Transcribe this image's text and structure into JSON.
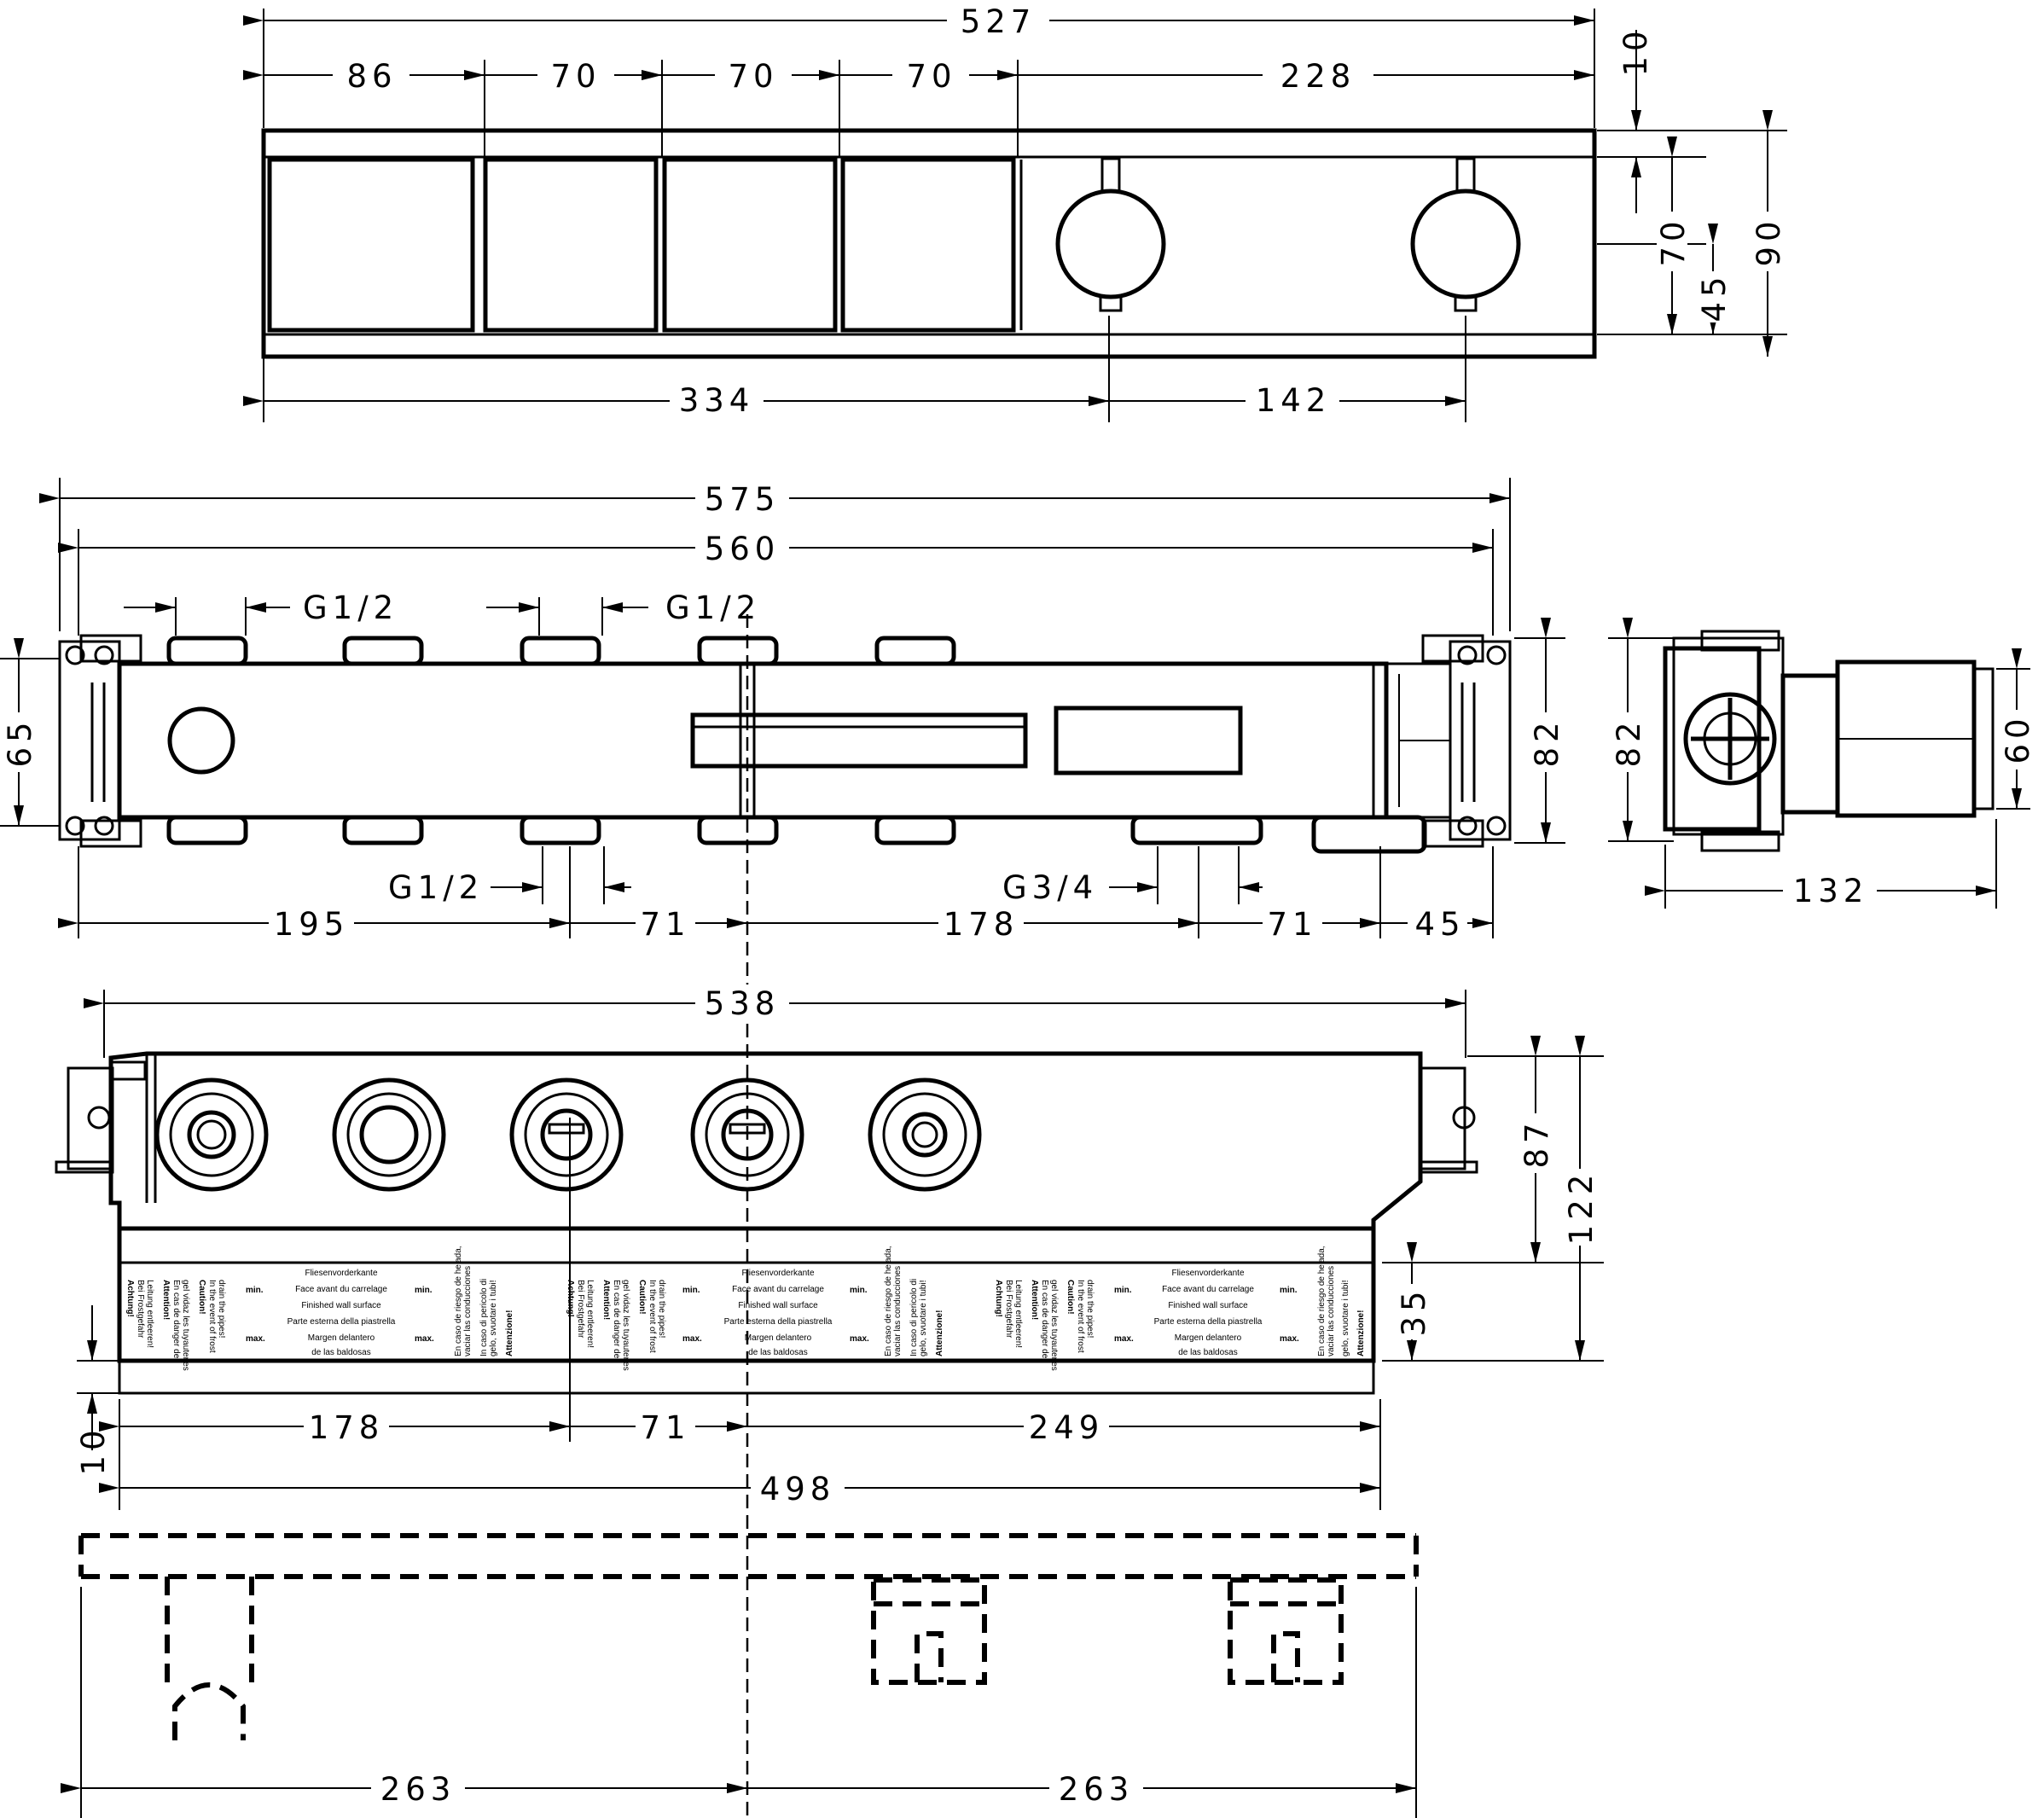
{
  "dimensions": {
    "top": [
      "527",
      "86",
      "70",
      "70",
      "70",
      "228",
      "10",
      "70",
      "45",
      "90",
      "334",
      "142"
    ],
    "iplan": [
      "575",
      "560",
      "65",
      "82",
      "195",
      "71",
      "178",
      "71",
      "45"
    ],
    "side": [
      "82",
      "60",
      "132"
    ],
    "front": [
      "538",
      "87",
      "122",
      "35",
      "10",
      "178",
      "71",
      "249",
      "498"
    ],
    "bottom": [
      "263",
      "263"
    ]
  },
  "threads": [
    "G1/2",
    "G1/2",
    "G1/2",
    "G3/4"
  ],
  "label": {
    "de_title": "Achtung!",
    "de_1": "Bei Frostgefahr",
    "de_2": "Leitung entleeren!",
    "fr_title": "Attention!",
    "fr_1": "En cas de danger de",
    "fr_2": "gel vidaz les tuyauteries",
    "en_title": "Caution!",
    "en_1": "In the event of frost",
    "en_2": "drain the pipes!",
    "min": "min.",
    "max": "max.",
    "wall_1": "Fliesenvorderkante",
    "wall_2": "Face avant du carrelage",
    "wall_3": "Finished wall surface",
    "wall_4": "Parte esterna della piastrella",
    "wall_5": "Margen delantero",
    "wall_6": "de las baldosas",
    "it_title": "Attenzione!",
    "it_1": "In caso di pericolo di",
    "it_2": "gelo, svuotare i tubi!",
    "es_1": "En caso de riesgo de helada,",
    "es_2": "vaciar las conducciones"
  }
}
